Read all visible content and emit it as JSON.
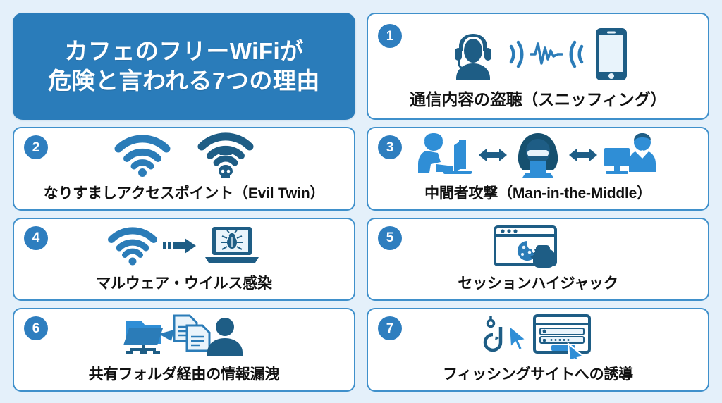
{
  "title": {
    "lines": [
      "カフェのフリーWiFiが",
      "危険と言われる7つの理由"
    ],
    "bg_color": "#2a7cba",
    "text_color": "#ffffff"
  },
  "theme": {
    "page_background": "#e4f0fa",
    "card_background": "#ffffff",
    "card_border": "#3f90cb",
    "badge_color": "#2e7ebf",
    "icon_dark": "#1e5d85",
    "icon_mid": "#2b7cb8",
    "icon_bright": "#2f8ed6",
    "label_color": "#111111"
  },
  "cards": [
    {
      "number": "1",
      "label": "通信内容の盗聴（スニッフィング）",
      "icons": [
        "headset-person-icon",
        "sound-wave-icon",
        "smartphone-icon"
      ]
    },
    {
      "number": "2",
      "label": "なりすましアクセスポイント（Evil Twin）",
      "icons": [
        "wifi-icon",
        "wifi-skull-icon"
      ]
    },
    {
      "number": "3",
      "label": "中間者攻撃（Man-in-the-Middle）",
      "icons": [
        "user-computer-icon",
        "left-right-arrow-icon",
        "hooded-hacker-icon",
        "left-right-arrow-icon",
        "user-computer-icon"
      ]
    },
    {
      "number": "4",
      "label": "マルウェア・ウイルス感染",
      "icons": [
        "wifi-icon",
        "dashed-arrow-icon",
        "laptop-bug-icon"
      ]
    },
    {
      "number": "5",
      "label": "セッションハイジャック",
      "icons": [
        "browser-cookie-icon",
        "grabbing-hand-icon"
      ]
    },
    {
      "number": "6",
      "label": "共有フォルダ経由の情報漏洩",
      "icons": [
        "network-folder-icon",
        "documents-icon",
        "person-silhouette-icon"
      ]
    },
    {
      "number": "7",
      "label": "フィッシングサイトへの誘導",
      "icons": [
        "fishing-hook-icon",
        "cursor-icon",
        "login-form-window-icon"
      ]
    }
  ]
}
